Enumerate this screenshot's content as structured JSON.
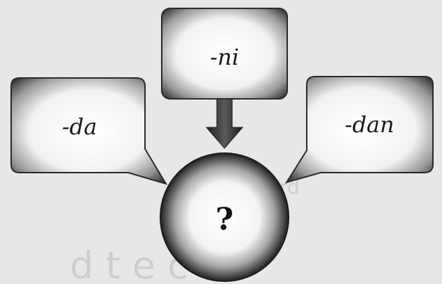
{
  "diagram": {
    "boxes": {
      "left": "-da",
      "top": "-ni",
      "right": "-dan"
    },
    "center": "?"
  },
  "colors": {
    "paper": "#e9e7e6",
    "box_fill": "#f6f5f5",
    "box_edge": "#2a2a2a",
    "arrow": "#3b3b3b"
  }
}
